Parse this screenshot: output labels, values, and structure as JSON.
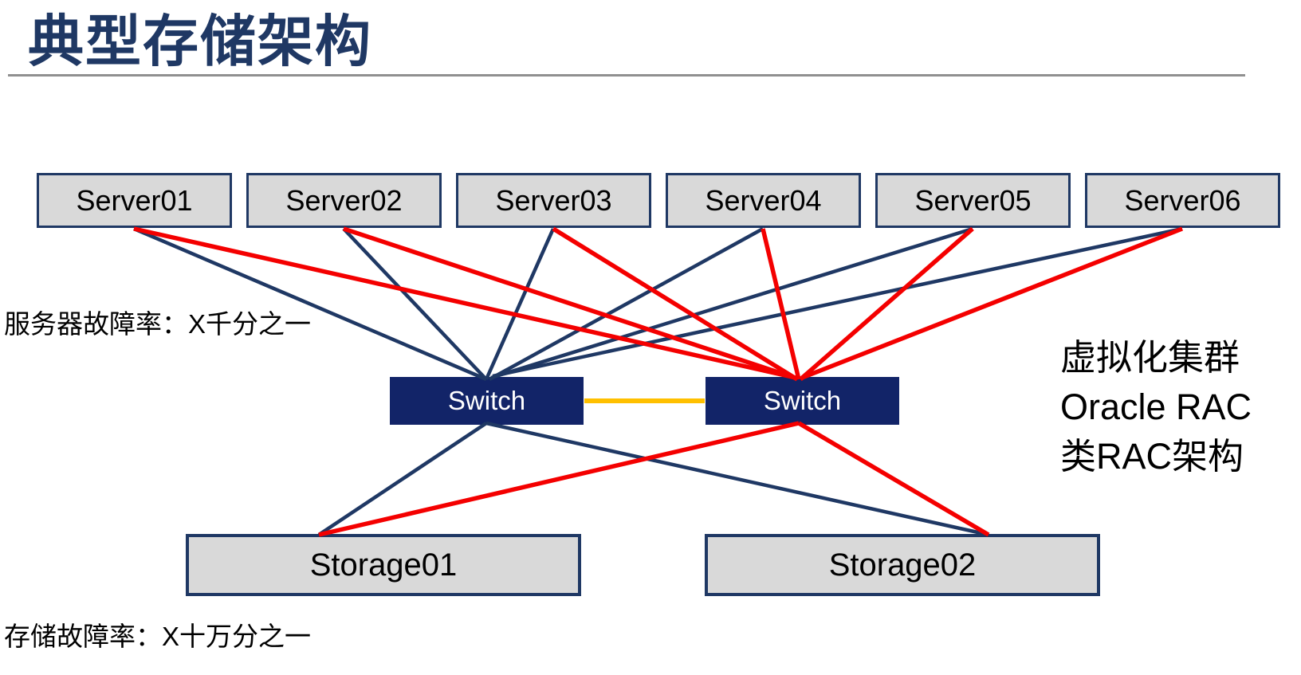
{
  "title": "典型存储架构",
  "labels": {
    "server_fault_rate": "服务器故障率：X千分之一",
    "storage_fault_rate": "存储故障率：X十万分之一",
    "cluster_note_lines": [
      "虚拟化集群",
      "Oracle RAC",
      "类RAC架构"
    ]
  },
  "nodes": {
    "servers": [
      "Server01",
      "Server02",
      "Server03",
      "Server04",
      "Server05",
      "Server06"
    ],
    "switches": [
      "Switch",
      "Switch"
    ],
    "storages": [
      "Storage01",
      "Storage02"
    ]
  },
  "colors": {
    "title_navy": "#1f3864",
    "box_fill_gray": "#d9d9d9",
    "box_border_navy": "#1f3864",
    "switch_fill_navy": "#122468",
    "link_navy": "#1f3864",
    "link_red": "#f40000",
    "link_orange": "#ffc000",
    "rule_gray": "#909090"
  }
}
